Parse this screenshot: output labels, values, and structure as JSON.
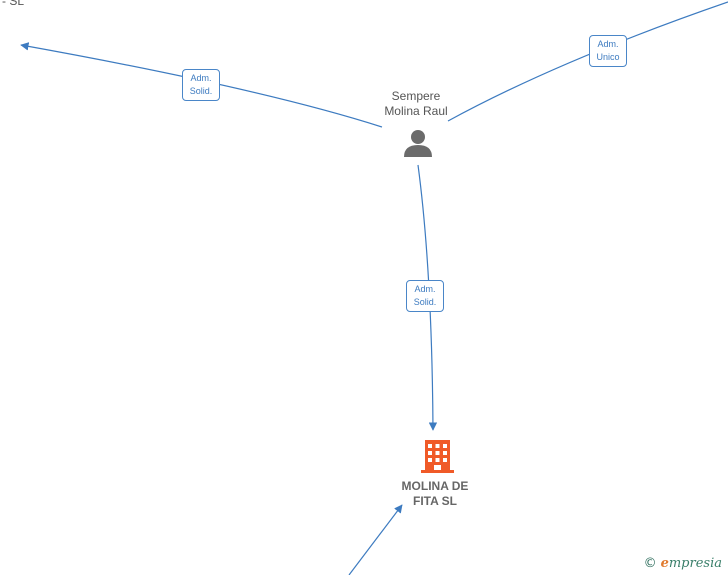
{
  "nodes": {
    "person": {
      "line1": "Sempere",
      "line2": "Molina Raul",
      "icon": "person-icon"
    },
    "company": {
      "line1": "MOLINA DE",
      "line2": "FITA  SL",
      "icon": "building-icon"
    },
    "clipped_top_left": {
      "text": "- SL"
    }
  },
  "edges": [
    {
      "id": "edge-left",
      "label1": "Adm.",
      "label2": "Solid."
    },
    {
      "id": "edge-right",
      "label1": "Adm.",
      "label2": "Unico"
    },
    {
      "id": "edge-down",
      "label1": "Adm.",
      "label2": "Solid."
    }
  ],
  "brand": {
    "copyright": "©",
    "first_letter": "e",
    "rest": "mpresia"
  },
  "colors": {
    "edge": "#3d7bc0",
    "person_icon": "#6b6b6b",
    "company_icon": "#f05a28"
  }
}
